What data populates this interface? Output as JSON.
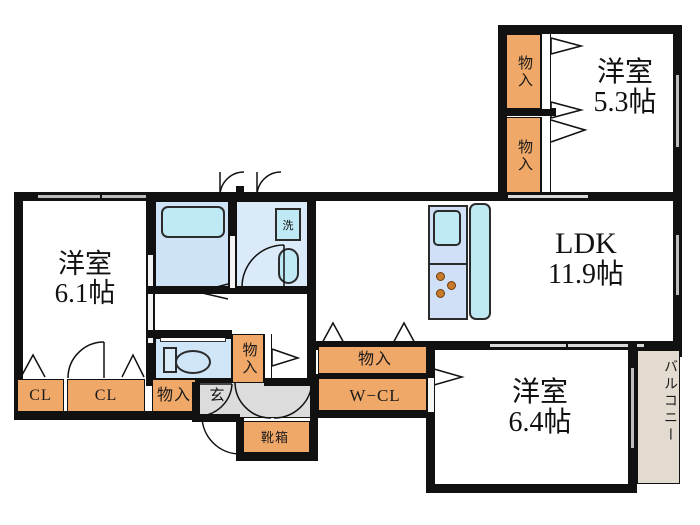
{
  "plan": {
    "title": "apartment-floor-plan",
    "colors": {
      "wall": "#111111",
      "closet_fill": "#f0a868",
      "balcony_fill": "#e3dbd0",
      "water_fixture": "#bfe9f5",
      "bath_floor": "#cfe3f7",
      "genkan_floor": "#dcdcdc",
      "background": "#ffffff"
    }
  },
  "rooms": [
    {
      "id": "bedroom-top-right",
      "name": "洋室",
      "size": "5.3帖"
    },
    {
      "id": "living-dining-kitchen",
      "name": "LDK",
      "size": "11.9帖"
    },
    {
      "id": "bedroom-left",
      "name": "洋室",
      "size": "6.1帖"
    },
    {
      "id": "bedroom-bottom-right",
      "name": "洋室",
      "size": "6.4帖"
    }
  ],
  "storage": {
    "closet_label": "CL",
    "walk_in_label": "W−CL",
    "monoire_label": "物入",
    "shoe_box_label": "靴箱"
  },
  "fixtures": {
    "washer_label": "洗",
    "entrance_label": "玄",
    "balcony_label": "バルコニー"
  },
  "closets": [
    {
      "id": "closet-top-right-upper",
      "label": "物入",
      "orientation": "vertical"
    },
    {
      "id": "closet-top-right-lower",
      "label": "物入",
      "orientation": "vertical"
    },
    {
      "id": "closet-left-cl-1",
      "label": "CL",
      "orientation": "horizontal"
    },
    {
      "id": "closet-left-cl-2",
      "label": "CL",
      "orientation": "horizontal"
    },
    {
      "id": "closet-hall-monoire",
      "label": "物入",
      "orientation": "horizontal"
    },
    {
      "id": "closet-toilet-monoire",
      "label": "物入",
      "orientation": "vertical"
    },
    {
      "id": "closet-ldk-monoire",
      "label": "物入",
      "orientation": "horizontal"
    },
    {
      "id": "closet-walk-in",
      "label": "W−CL",
      "orientation": "horizontal"
    },
    {
      "id": "closet-shoe-box",
      "label": "靴箱",
      "orientation": "horizontal"
    }
  ]
}
